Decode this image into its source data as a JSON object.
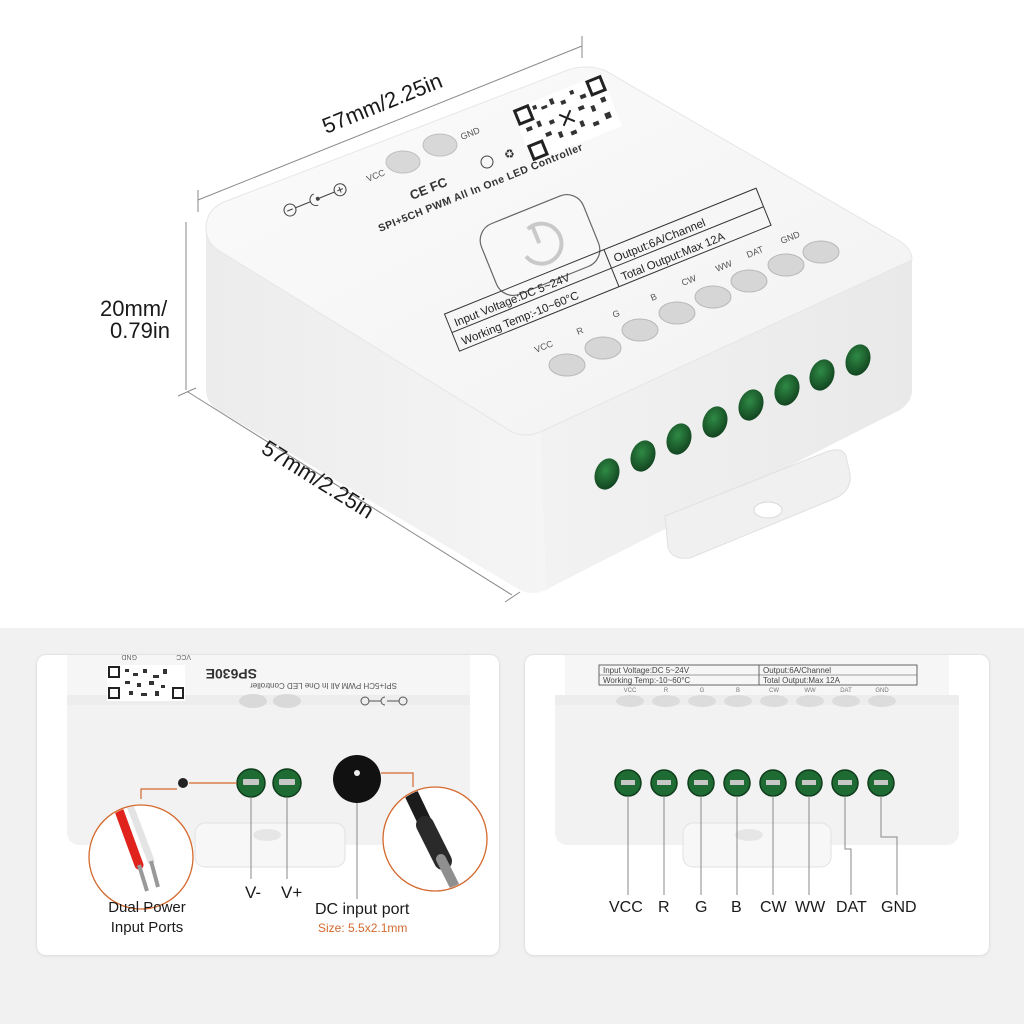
{
  "hero": {
    "dimensions": {
      "length_top": "57mm/2.25in",
      "height_line1": "20mm/",
      "height_line2": "0.79in",
      "length_bottom": "57mm/2.25in"
    },
    "device_top": {
      "model_line": "SPI+5CH PWM All In One LED Controller",
      "power_pins": [
        "VCC",
        "GND"
      ],
      "certifications": [
        "CE",
        "FC"
      ],
      "spec_table": {
        "left": [
          "Input Voltage:DC 5~24V",
          "Working Temp:-10~60°C"
        ],
        "right": [
          "Output:6A/Channel",
          "Total Output:Max 12A"
        ]
      },
      "terminal_labels": [
        "VCC",
        "R",
        "G",
        "B",
        "CW",
        "WW",
        "DAT",
        "GND"
      ]
    }
  },
  "panels": [
    {
      "id": "power-input",
      "device_label": "SP630E",
      "device_model_line": "SPI+5CH PWM All In One LED Controller",
      "pin_labels": [
        "VCC",
        "GND"
      ],
      "terminals": [
        "V-",
        "V+"
      ],
      "callouts": [
        {
          "title_line1": "Dual Power",
          "title_line2": "Input Ports"
        },
        {
          "title": "DC input port",
          "subtitle": "Size: 5.5x2.1mm"
        }
      ]
    },
    {
      "id": "output-terminals",
      "spec_table": {
        "left": [
          "Input Voltage:DC 5~24V",
          "Working Temp:-10~60°C"
        ],
        "right": [
          "Output:6A/Channel",
          "Total Output:Max 12A"
        ]
      },
      "pin_labels": [
        "VCC",
        "R",
        "G",
        "B",
        "CW",
        "WW",
        "DAT",
        "GND"
      ],
      "terminals": [
        "VCC",
        "R",
        "G",
        "B",
        "CW",
        "WW",
        "DAT",
        "GND"
      ]
    }
  ],
  "colors": {
    "terminal_green": "#1f6b34",
    "accent_orange": "#d4692e",
    "wire_red": "#e0231c",
    "bg_panel_area": "#f1f1f2",
    "device_white": "#f7f7f7"
  }
}
